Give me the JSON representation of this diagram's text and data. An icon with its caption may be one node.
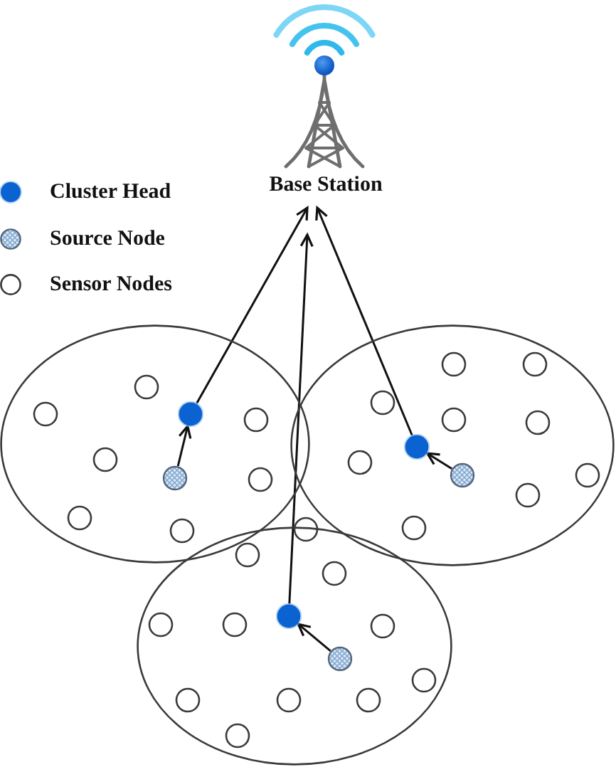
{
  "diagram": {
    "nodes": [
      {
        "text": [
          "Base Station"
        ]
      },
      {
        "text": [],
        "shape": "ellipse"
      },
      {
        "text": [],
        "shape": "circle",
        "in": 1
      },
      {
        "text": [],
        "shape": "circle",
        "in": 1
      },
      {
        "text": [],
        "shape": "circle",
        "in": 1
      },
      {
        "text": [],
        "shape": "circle",
        "in": 1
      },
      {
        "text": [],
        "shape": "circle",
        "in": 1
      },
      {
        "text": [],
        "shape": "circle",
        "in": 1
      },
      {
        "text": [],
        "shape": "circle",
        "in": 1
      },
      {
        "text": [],
        "shape": "circle",
        "in": 1
      },
      {
        "text": [],
        "shape": "circle",
        "in": 1
      },
      {
        "text": [],
        "shape": "ellipse"
      },
      {
        "text": [],
        "shape": "circle",
        "in": 11
      },
      {
        "text": [],
        "shape": "circle",
        "in": 11
      },
      {
        "text": [],
        "shape": "circle",
        "in": 11
      },
      {
        "text": [],
        "shape": "circle",
        "in": 11
      },
      {
        "text": [],
        "shape": "circle",
        "in": 11
      },
      {
        "text": [],
        "shape": "circle",
        "in": 11
      },
      {
        "text": [],
        "shape": "circle",
        "in": 11
      },
      {
        "text": [],
        "shape": "circle",
        "in": 11
      },
      {
        "text": [],
        "shape": "circle",
        "in": 11
      },
      {
        "text": [],
        "shape": "circle",
        "in": 11
      },
      {
        "text": [],
        "shape": "circle",
        "in": 11
      },
      {
        "text": [],
        "shape": "circle"
      },
      {
        "text": [],
        "shape": "ellipse"
      },
      {
        "text": [],
        "shape": "circle",
        "in": 24
      },
      {
        "text": [],
        "shape": "circle",
        "in": 24
      },
      {
        "text": [],
        "shape": "circle",
        "in": 24
      },
      {
        "text": [],
        "shape": "circle",
        "in": 24
      },
      {
        "text": [],
        "shape": "circle",
        "in": 24
      },
      {
        "text": [],
        "shape": "circle",
        "in": 24
      },
      {
        "text": [],
        "shape": "circle",
        "in": 24
      },
      {
        "text": [],
        "shape": "circle",
        "in": 24
      },
      {
        "text": [],
        "shape": "circle",
        "in": 24
      },
      {
        "text": [],
        "shape": "circle",
        "in": 24
      },
      {
        "text": [],
        "shape": "circle",
        "in": 24
      },
      {
        "text": [],
        "shape": "circle",
        "in": 24
      }
    ],
    "edges": [
      {
        "from": 7,
        "to": 4,
        "arrow": "to"
      },
      {
        "from": 4,
        "to": 0,
        "arrow": "to"
      },
      {
        "from": 19,
        "to": 17,
        "arrow": "to"
      },
      {
        "from": 17,
        "to": 0,
        "arrow": "to"
      },
      {
        "from": 31,
        "to": 27,
        "arrow": "to"
      },
      {
        "from": 27,
        "to": 0,
        "arrow": "to"
      }
    ],
    "legend": [
      {
        "text": "Cluster Head",
        "color": "#0b63d1"
      },
      {
        "text": "Source Node"
      },
      {
        "text": "Sensor Nodes"
      }
    ]
  }
}
